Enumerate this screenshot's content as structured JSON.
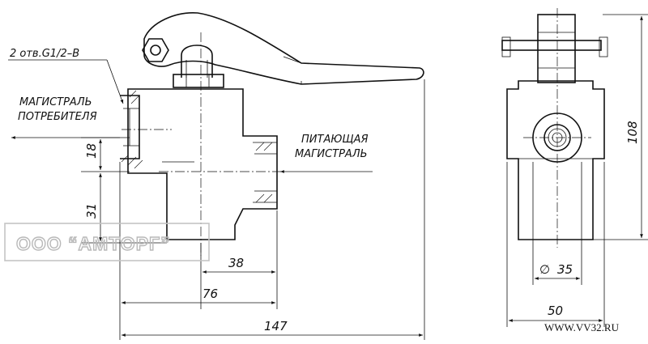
{
  "labels": {
    "thread_callout": "2 отв.G1/2–В",
    "consumer_line_1": "МАГИСТРАЛЬ",
    "consumer_line_2": "ПОТРЕБИТЕЛЯ",
    "supply_line_1": "ПИТАЮЩАЯ",
    "supply_line_2": "МАГИСТРАЛЬ"
  },
  "dimensions": {
    "d18": "18",
    "d31": "31",
    "d38": "38",
    "d76": "76",
    "d147": "147",
    "d108": "108",
    "d35": "35",
    "d50": "50",
    "diameter_symbol": "∅"
  },
  "watermark": "ООО “АМТОРГ”",
  "url": "WWW.VV32.RU"
}
